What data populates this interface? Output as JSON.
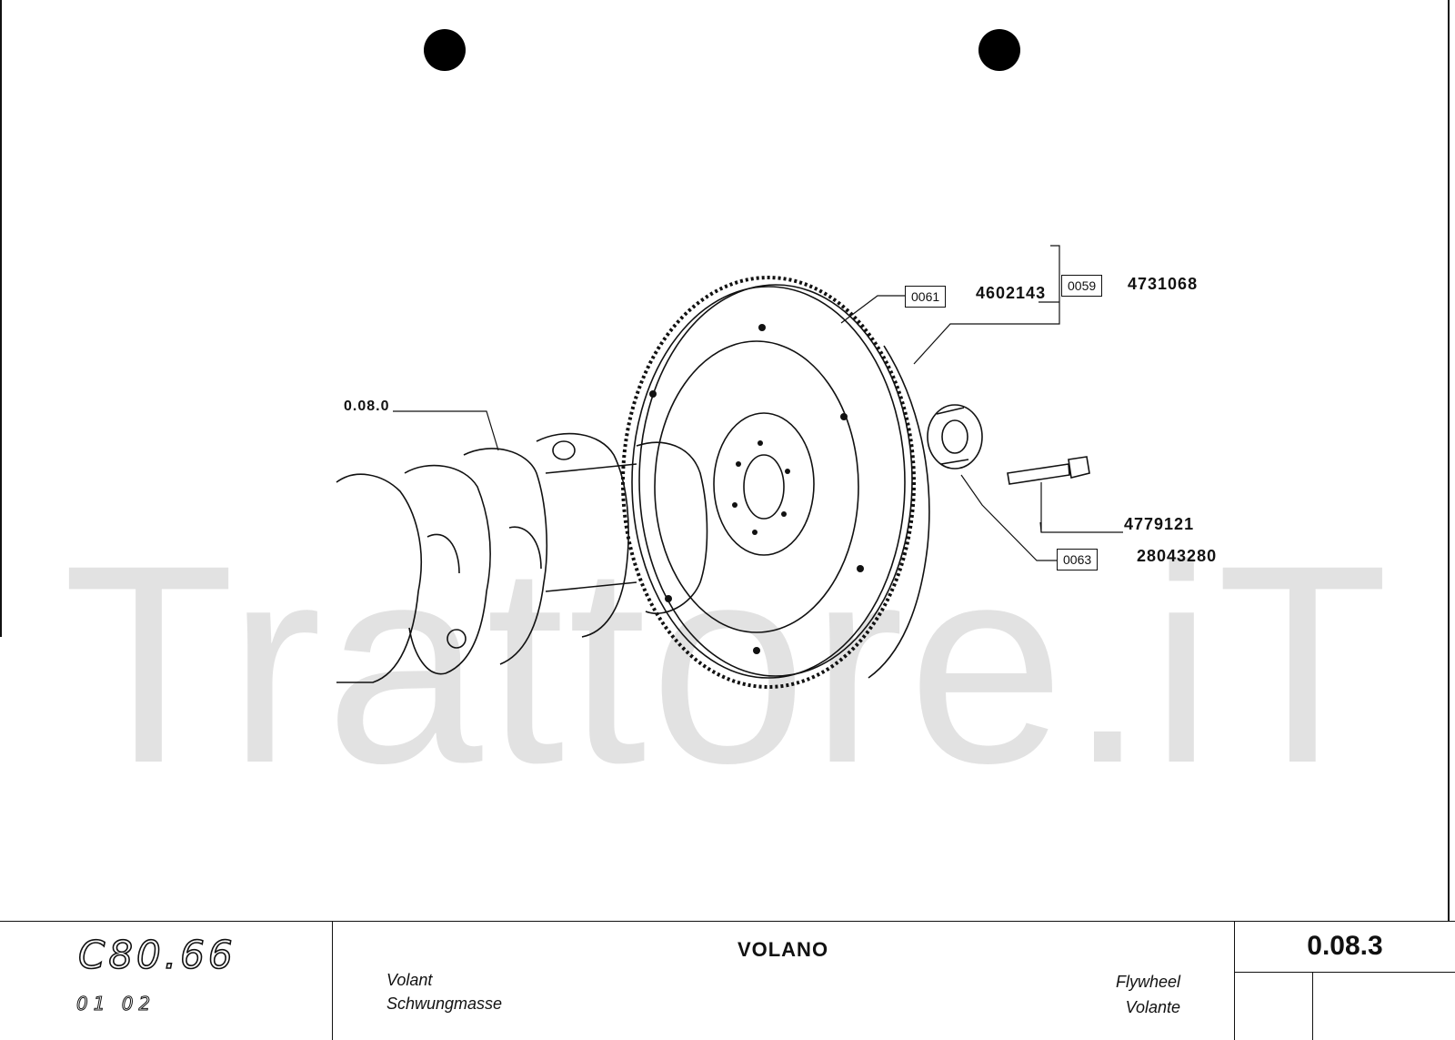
{
  "watermark": "Trattore.iT",
  "callouts": {
    "assembly_ref": "0.08.0",
    "ring_gear_box": "0061",
    "ring_gear_part": "4602143",
    "flywheel_box": "0059",
    "flywheel_part": "4731068",
    "bolt_part": "4779121",
    "bearing_box": "0063",
    "bearing_part": "28043280"
  },
  "title_block": {
    "model": "C80.66",
    "model_sub": "01 02",
    "title_it": "VOLANO",
    "title_fr": "Volant",
    "title_de": "Schwungmasse",
    "title_en": "Flywheel",
    "title_es": "Volante",
    "section_code": "0.08.3"
  }
}
